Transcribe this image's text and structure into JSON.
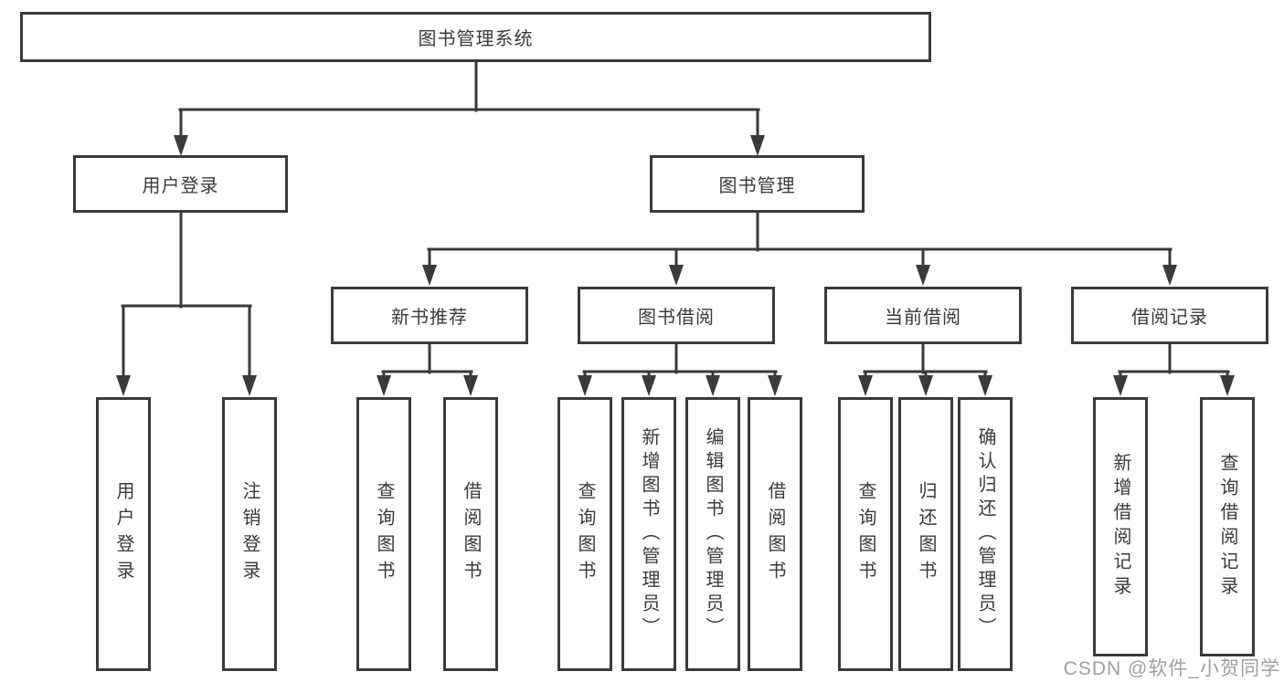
{
  "diagram": {
    "type": "tree",
    "title": "图书管理系统",
    "nodes": {
      "root": {
        "label": "图书管理系统"
      },
      "user_login": {
        "label": "用户登录"
      },
      "book_management": {
        "label": "图书管理"
      },
      "new_book_recommend": {
        "label": "新书推荐"
      },
      "book_borrow": {
        "label": "图书借阅"
      },
      "current_borrow": {
        "label": "当前借阅"
      },
      "borrow_records": {
        "label": "借阅记录"
      },
      "leaf_user_login": {
        "label": "用户登录"
      },
      "leaf_logout": {
        "label": "注销登录"
      },
      "nb_query_book": {
        "label": "查询图书"
      },
      "nb_borrow_book": {
        "label": "借阅图书"
      },
      "bb_query_book": {
        "label": "查询图书"
      },
      "bb_add_book": {
        "label": "新增图书（管理员）"
      },
      "bb_edit_book": {
        "label": "编辑图书（管理员）"
      },
      "bb_borrow_book": {
        "label": "借阅图书"
      },
      "cb_query_book": {
        "label": "查询图书"
      },
      "cb_return_book": {
        "label": "归还图书"
      },
      "cb_confirm_return": {
        "label": "确认归还（管理员）"
      },
      "br_add_record": {
        "label": "新增借阅记录"
      },
      "br_query_record": {
        "label": "查询借阅记录"
      }
    },
    "edges": [
      {
        "from": "root",
        "to": [
          "user_login",
          "book_management"
        ]
      },
      {
        "from": "user_login",
        "to": [
          "leaf_user_login",
          "leaf_logout"
        ]
      },
      {
        "from": "book_management",
        "to": [
          "new_book_recommend",
          "book_borrow",
          "current_borrow",
          "borrow_records"
        ]
      },
      {
        "from": "new_book_recommend",
        "to": [
          "nb_query_book",
          "nb_borrow_book"
        ]
      },
      {
        "from": "book_borrow",
        "to": [
          "bb_query_book",
          "bb_add_book",
          "bb_edit_book",
          "bb_borrow_book"
        ]
      },
      {
        "from": "current_borrow",
        "to": [
          "cb_query_book",
          "cb_return_book",
          "cb_confirm_return"
        ]
      },
      {
        "from": "borrow_records",
        "to": [
          "br_add_record",
          "br_query_record"
        ]
      }
    ],
    "watermark": "CSDN @软件_小贺同学",
    "colors": {
      "line": "#3a3a3a",
      "text": "#3a3a3a",
      "box_fill": "#ffffff",
      "background": "#ffffff",
      "watermark": "#9ba0a4"
    }
  }
}
